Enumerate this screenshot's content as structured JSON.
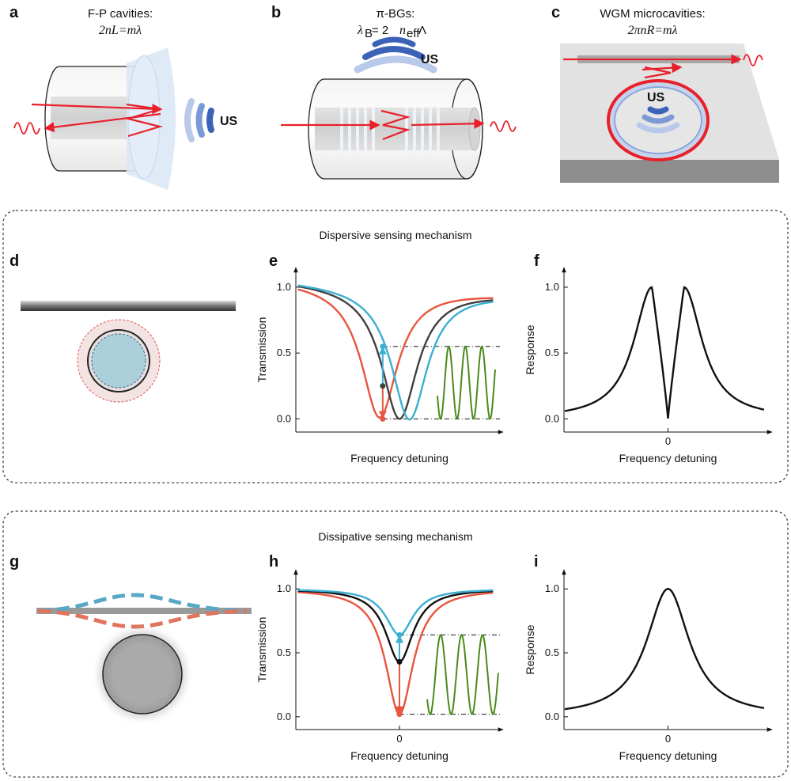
{
  "panels": {
    "a": {
      "label": "a",
      "title_line1": "F-P cavities:",
      "title_line2": "2nL=mλ",
      "us": "US"
    },
    "b": {
      "label": "b",
      "title_line1": "π-BGs:",
      "title_lambda": "λ",
      "title_sub_b": "B",
      "title_eq": " = 2",
      "title_n": "n",
      "title_sub_eff": "eff",
      "title_lam": " Λ",
      "us": "US"
    },
    "c": {
      "label": "c",
      "title_line1": "WGM microcavities:",
      "title_line2": "2πnR=mλ",
      "us": "US"
    },
    "d": {
      "label": "d"
    },
    "e": {
      "label": "e"
    },
    "f": {
      "label": "f"
    },
    "g": {
      "label": "g"
    },
    "h": {
      "label": "h"
    },
    "i": {
      "label": "i"
    }
  },
  "dispersive_title": "Dispersive sensing mechanism",
  "dissipative_title": "Dissipative sensing mechanism",
  "colors": {
    "red": "#e8553f",
    "blue": "#3ab0d0",
    "dark": "#404040",
    "green": "#4a8a1c",
    "laser": "#e8202a"
  },
  "chart_data": [
    {
      "id": "e",
      "type": "line",
      "xlabel": "Frequency detuning",
      "ylabel": "Transmission",
      "yticks": [
        "0.0",
        "0.5",
        "1.0"
      ],
      "xticks": [],
      "xlim": [
        -2.6,
        2.6
      ],
      "ylim": [
        -0.1,
        1.15
      ],
      "series": [
        {
          "color": "#e8553f",
          "center": -0.5,
          "width": 0.55,
          "depth": 1.0
        },
        {
          "color": "#404040",
          "center": 0.0,
          "width": 0.55,
          "depth": 1.0
        },
        {
          "color": "#3ab0d0",
          "center": 0.25,
          "width": 0.55,
          "depth": 1.0
        }
      ],
      "levels": [
        0.55,
        0.0
      ],
      "operating_x": -0.42
    },
    {
      "id": "f",
      "type": "line",
      "xlabel": "Frequency detuning",
      "ylabel": "Response",
      "yticks": [
        "0.0",
        "0.5",
        "1.0"
      ],
      "xticks": [
        "0"
      ],
      "xlim": [
        -2.6,
        2.6
      ],
      "ylim": [
        -0.1,
        1.15
      ]
    },
    {
      "id": "h",
      "type": "line",
      "xlabel": "Frequency detuning",
      "ylabel": "Transmission",
      "yticks": [
        "0.0",
        "0.5",
        "1.0"
      ],
      "xticks": [
        "0"
      ],
      "xlim": [
        -2.6,
        2.6
      ],
      "ylim": [
        -0.1,
        1.15
      ],
      "series": [
        {
          "color": "#e8553f",
          "depth": 0.98
        },
        {
          "color": "#111111",
          "depth": 0.57
        },
        {
          "color": "#3ab0d0",
          "depth": 0.36
        }
      ],
      "levels": [
        0.64,
        0.02
      ]
    },
    {
      "id": "i",
      "type": "line",
      "xlabel": "Frequency detuning",
      "ylabel": "Response",
      "yticks": [
        "0.0",
        "0.5",
        "1.0"
      ],
      "xticks": [
        "0"
      ],
      "xlim": [
        -2.6,
        2.6
      ],
      "ylim": [
        -0.1,
        1.15
      ]
    }
  ]
}
